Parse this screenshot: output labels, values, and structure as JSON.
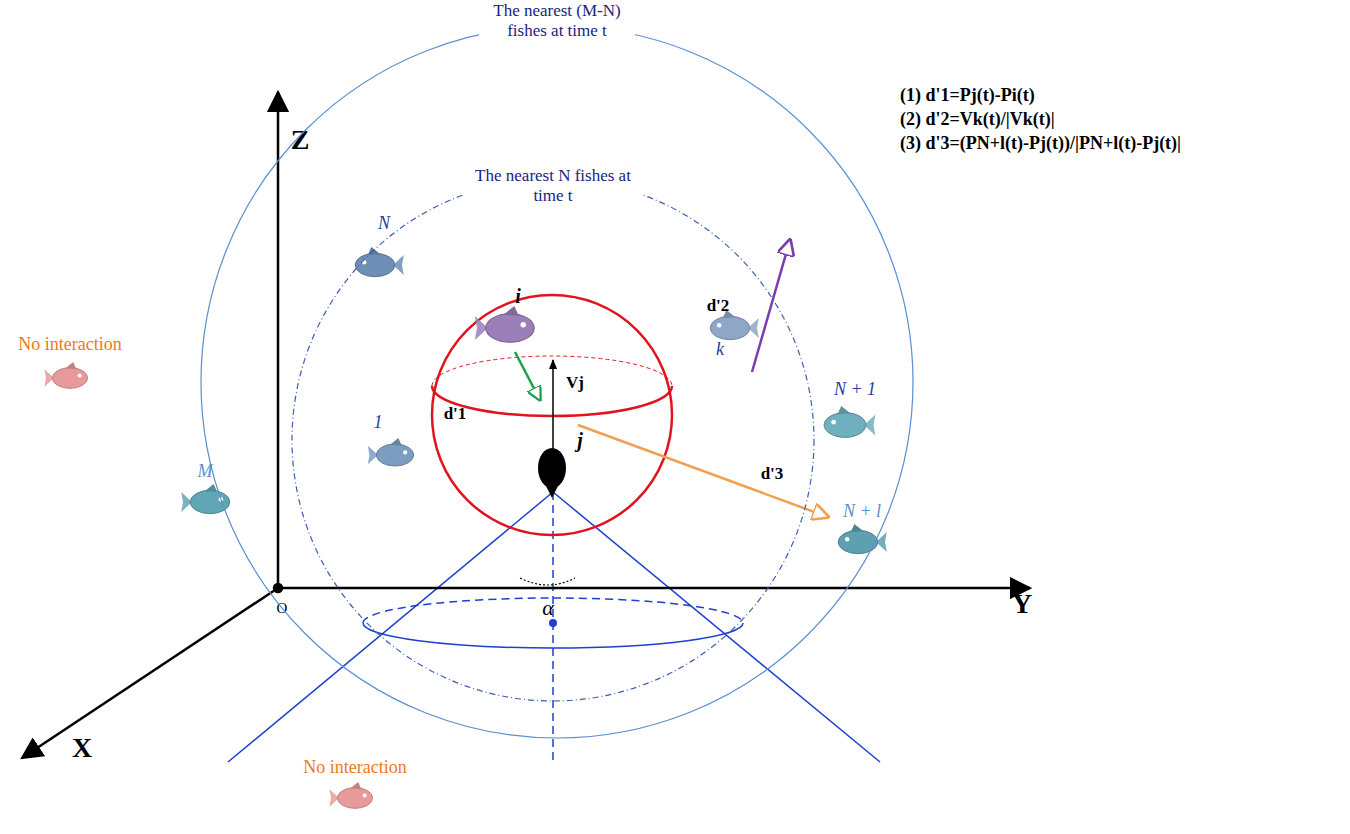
{
  "diagram": {
    "nodes": [
      {
        "text": [
          "The nearest (M-N) fishes at time t"
        ]
      },
      {
        "text": [
          "The nearest N fishes at time t"
        ],
        "in": 0
      }
    ],
    "labels": [
      "Z",
      "Y",
      "X",
      "O",
      "No interaction",
      "No interaction",
      "N",
      "i",
      "k",
      "j",
      "1",
      "M",
      "N + 1",
      "N + l",
      "d'1",
      "d'2",
      "d'3",
      "Vj",
      "α",
      "(1) d'1=Pj(t)-Pi(t)",
      "(2) d'2=Vk(t)/|Vk(t)|",
      "(3) d'3=(PN+l(t)-Pj(t))/|PN+l(t)-Pj(t)|"
    ]
  }
}
